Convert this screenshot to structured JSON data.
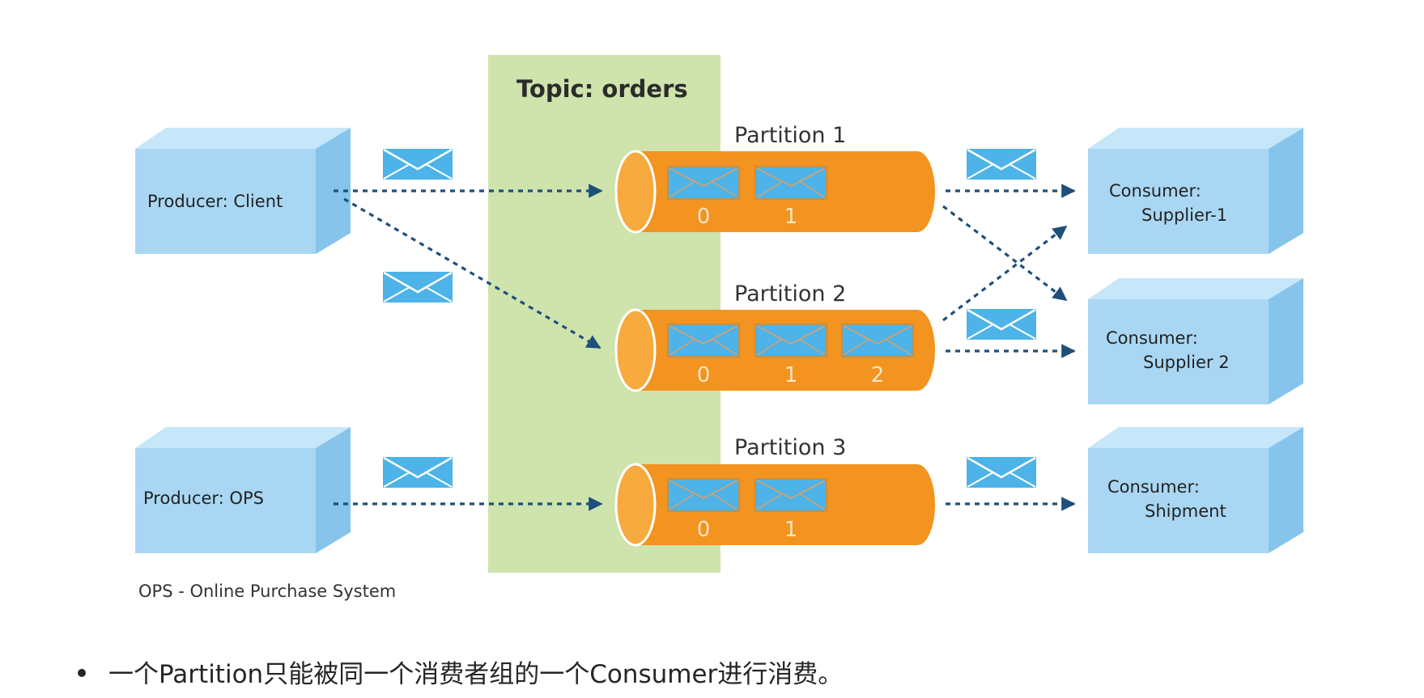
{
  "diagram": {
    "topic_title": "Topic: orders",
    "producers": [
      {
        "label": "Producer: Client"
      },
      {
        "label": "Producer: OPS"
      }
    ],
    "partitions": [
      {
        "title": "Partition 1",
        "messages": [
          "0",
          "1"
        ]
      },
      {
        "title": "Partition 2",
        "messages": [
          "0",
          "1",
          "2"
        ]
      },
      {
        "title": "Partition 3",
        "messages": [
          "0",
          "1"
        ]
      }
    ],
    "consumers": [
      {
        "line1": "Consumer:",
        "line2": "Supplier-1"
      },
      {
        "line1": "Consumer:",
        "line2": "Supplier 2"
      },
      {
        "line1": "Consumer:",
        "line2": "Shipment"
      }
    ],
    "caption": "OPS - Online Purchase System",
    "colors": {
      "topic_bg": "#cfe3ad",
      "partition": "#f39320",
      "partition_cap": "#f7aa3e",
      "box_front": "#a9d7f3",
      "box_top": "#c6e6f9",
      "box_side": "#86c4ec",
      "envelope": "#4db3e8",
      "arrow": "#1e4f7b"
    }
  },
  "bullet": {
    "text": "一个Partition只能被同一个消费者组的一个Consumer进行消费。"
  }
}
